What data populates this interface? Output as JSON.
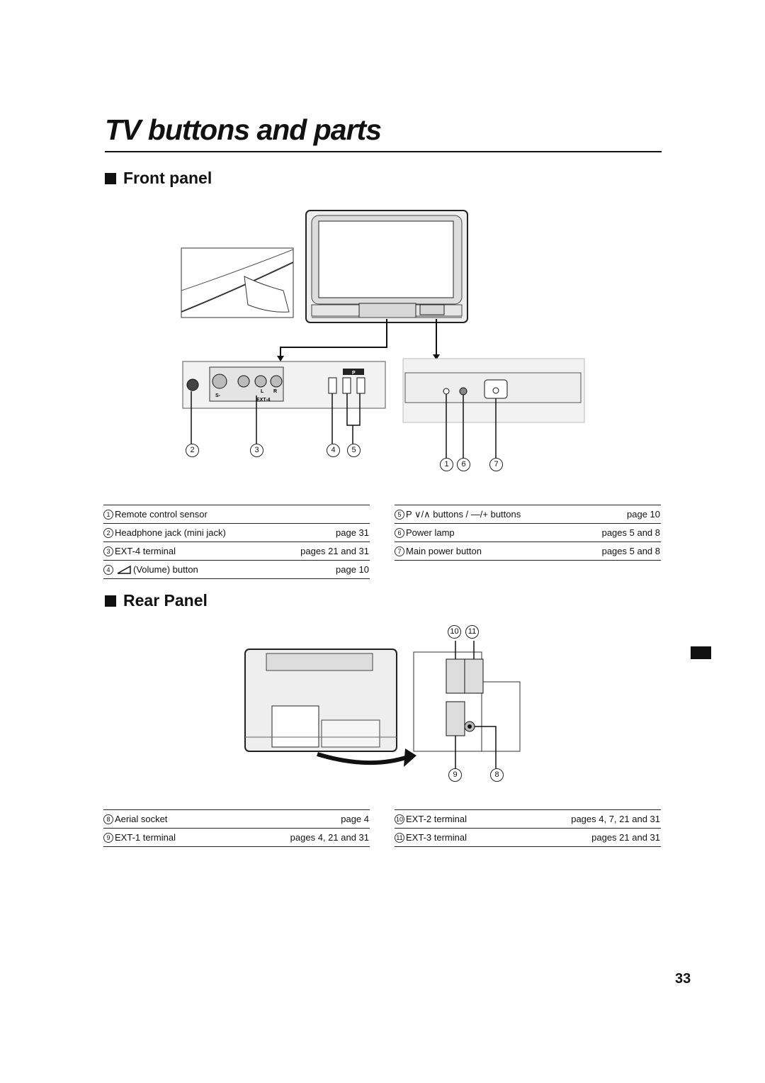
{
  "title": "TV buttons and parts",
  "front_panel": {
    "heading": "Front panel",
    "callouts": {
      "n1": "1",
      "n2": "2",
      "n3": "3",
      "n4": "4",
      "n5": "5",
      "n6": "6",
      "n7": "7"
    },
    "panel_labels": {
      "s_video": "S-",
      "ext4": "EXT-4",
      "l": "L",
      "r": "R",
      "p": "P"
    },
    "parts_left": [
      {
        "num": "1",
        "label": "Remote control sensor",
        "page": ""
      },
      {
        "num": "2",
        "label": "Headphone jack (mini jack)",
        "page": "page 31"
      },
      {
        "num": "3",
        "label": "EXT-4 terminal",
        "page": "pages 21 and 31"
      },
      {
        "num": "4",
        "label": "(Volume) button",
        "page": "page 10"
      }
    ],
    "parts_right": [
      {
        "num": "5",
        "label": "P ∨/∧ buttons / —/+ buttons",
        "page": "page 10"
      },
      {
        "num": "6",
        "label": "Power lamp",
        "page": "pages 5 and 8"
      },
      {
        "num": "7",
        "label": "Main power button",
        "page": "pages 5 and 8"
      }
    ]
  },
  "rear_panel": {
    "heading": "Rear Panel",
    "callouts": {
      "n8": "8",
      "n9": "9",
      "n10": "10",
      "n11": "11"
    },
    "parts_left": [
      {
        "num": "8",
        "label": "Aerial socket",
        "page": "page 4"
      },
      {
        "num": "9",
        "label": "EXT-1 terminal",
        "page": "pages 4, 21 and 31"
      }
    ],
    "parts_right": [
      {
        "num": "10",
        "label": "EXT-2 terminal",
        "page": "pages 4, 7, 21 and 31"
      },
      {
        "num": "11",
        "label": "EXT-3 terminal",
        "page": "pages 21 and 31"
      }
    ]
  },
  "page_number": "33"
}
